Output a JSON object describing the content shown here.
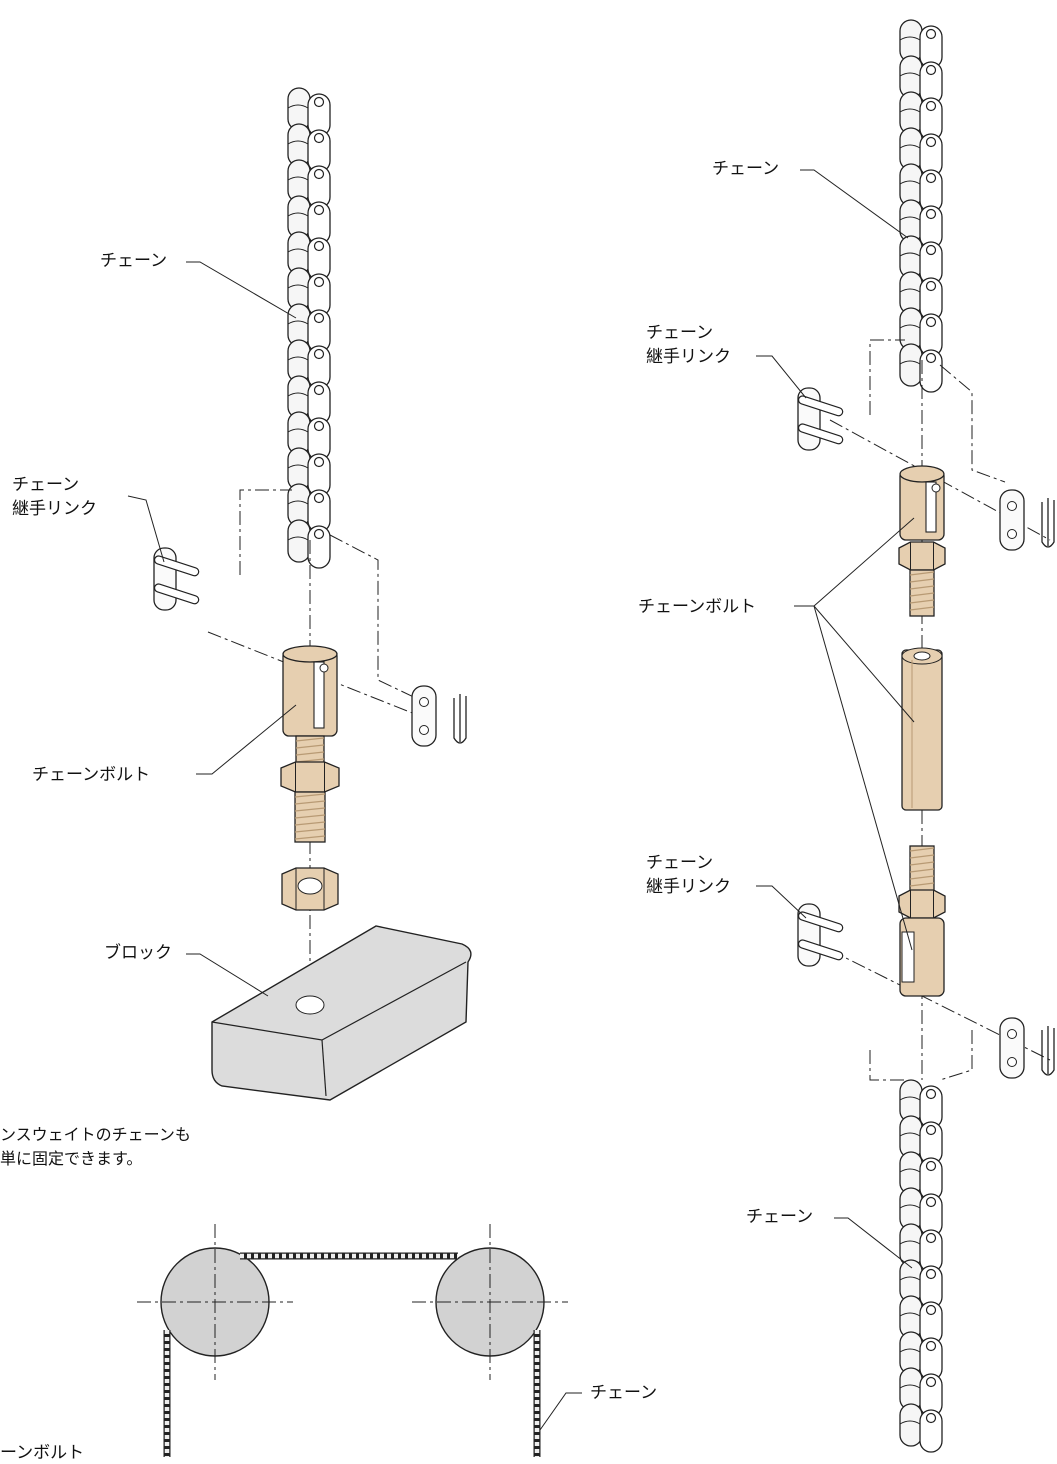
{
  "colors": {
    "bronze": "#e6cfb0",
    "bronze_dark": "#b89a74",
    "block_gray": "#dcdcdc",
    "sprocket_gray": "#d2d2d2",
    "line": "#222222"
  },
  "left_assembly": {
    "label_chain": "チェーン",
    "label_joint_link_line1": "チェーン",
    "label_joint_link_line2": "継手リンク",
    "label_chain_bolt": "チェーンボルト",
    "label_block": "ブロック"
  },
  "right_assembly": {
    "label_chain_top": "チェーン",
    "label_joint_link_top_line1": "チェーン",
    "label_joint_link_top_line2": "継手リンク",
    "label_chain_bolt": "チェーンボルト",
    "label_joint_link_bottom_line1": "チェーン",
    "label_joint_link_bottom_line2": "継手リンク",
    "label_chain_bottom": "チェーン"
  },
  "bottom_note": {
    "line1": "ンスウェイトのチェーンも",
    "line2": "単に固定できます。",
    "label_chain": "チェーン",
    "label_chain_bolt_partial": "ーンボルト"
  }
}
